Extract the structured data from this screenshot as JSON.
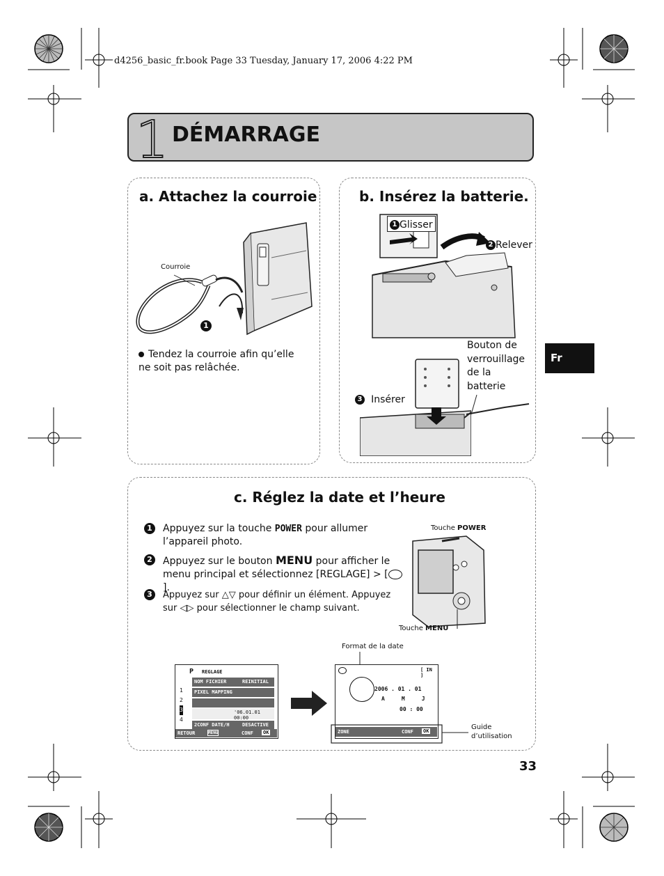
{
  "file_header": "d4256_basic_fr.book  Page 33  Tuesday, January 17, 2006  4:22 PM",
  "chapter": {
    "number": "1",
    "title": "DÉMARRAGE"
  },
  "side_tab": "Fr",
  "page_number": "33",
  "section_a": {
    "title": "a. Attachez la courroie",
    "label_strap": "Courroie",
    "step_badge": "1",
    "bullet": "Tendez la courroie afin qu’elle ne soit pas relâchée."
  },
  "section_b": {
    "title": "b. Insérez la batterie.",
    "step1": "Glisser",
    "step2": "Relever",
    "step3": "Insérer",
    "lock_label_lines": [
      "Bouton de",
      "verrouillage",
      "de la",
      "batterie"
    ]
  },
  "section_c": {
    "title": "c. Réglez la date et l’heure",
    "step1_pre": "Appuyez sur la touche ",
    "step1_key": "POWER",
    "step1_post": " pour allumer l’appareil photo.",
    "step2_pre": "Appuyez sur le bouton ",
    "step2_key": "MENU",
    "step2_post": " pour afficher le menu principal et sélectionnez [REGLAGE] > [",
    "step2_end": "].",
    "step3_a": "Appuyez sur ",
    "step3_b": " pour définir un élément. Appuyez sur ",
    "step3_c": " pour sélectionner le champ suivant.",
    "touche_power_pre": "Touche ",
    "touche_power_key": "POWER",
    "touche_menu_pre": "Touche ",
    "touche_menu_key": "MENU",
    "label_format": "Format de la date",
    "label_guide_lines": [
      "Guide",
      "d’utilisation"
    ],
    "screen1": {
      "mode": "P",
      "header": "REGLAGE",
      "rows": [
        {
          "left": "NOM FICHIER",
          "right": "REINITIAL"
        },
        {
          "left": "PIXEL MAPPING",
          "right": ""
        },
        {
          "left": "",
          "right": ""
        },
        {
          "left": "",
          "right": "'06.01.01 00:00"
        },
        {
          "left": "2CONF DATE/H",
          "right": "DESACTIVE"
        }
      ],
      "tabs": [
        "1",
        "2",
        "3",
        "4"
      ],
      "footer_left": "RETOUR",
      "footer_menu": "MENU",
      "footer_right": "CONF",
      "footer_ok": "OK"
    },
    "screen2": {
      "top_right": "[ IN ]",
      "date": "2006 . 01 . 01",
      "order": "A     M     J",
      "time": "00 : 00",
      "footer_left": "ZONE",
      "footer_right": "CONF",
      "footer_ok": "OK"
    }
  }
}
